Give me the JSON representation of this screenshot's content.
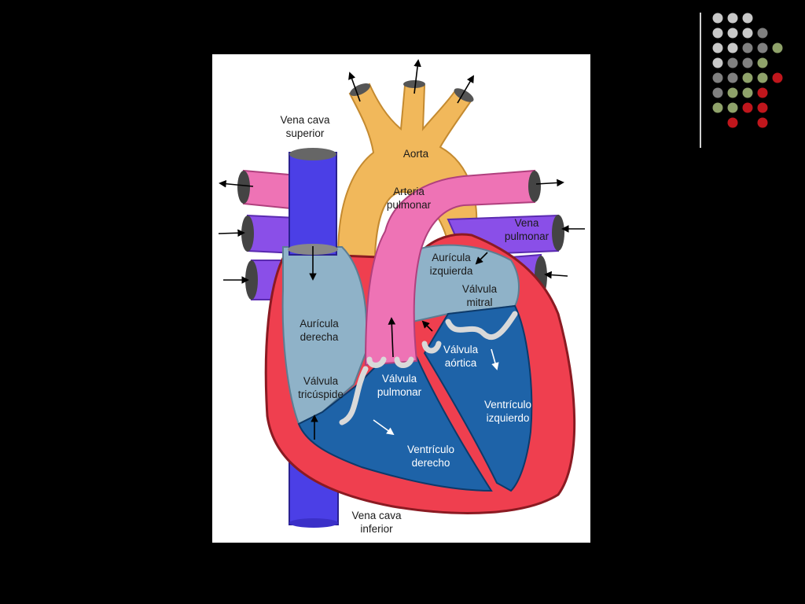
{
  "slide": {
    "background": "#000000",
    "decor_dot_colors": [
      "#c8c8c8",
      "#808080",
      "#8fa26a",
      "#c0161c"
    ]
  },
  "diagram": {
    "labels": {
      "vena_cava_superior": "Vena cava\nsuperior",
      "aorta": "Aorta",
      "arteria_pulmonar": "Arteria\npulmonar",
      "vena_pulmonar": "Vena\npulmonar",
      "auricula_izquierda": "Aurícula\nizquierda",
      "valvula_mitral": "Válvula\nmitral",
      "auricula_derecha": "Aurícula\nderecha",
      "valvula_aortica": "Válvula\naórtica",
      "valvula_tricuspide": "Válvula\ntricúspide",
      "valvula_pulmonar": "Válvula\npulmonar",
      "ventriculo_izquierdo": "Ventrículo\nizquierdo",
      "ventriculo_derecho": "Ventrículo\nderecho",
      "vena_cava_inferior": "Vena cava\ninferior"
    },
    "colors": {
      "aorta": "#f1b85b",
      "pulmonary_artery": "#ee73b5",
      "pulmonary_vein": "#8a4fe8",
      "vena_cava": "#4b3fe6",
      "atrium_chamber": "#8fb2c8",
      "ventricle_chamber": "#1e63a8",
      "muscle": "#ef3f4f",
      "valve": "#d9d9d9"
    }
  }
}
